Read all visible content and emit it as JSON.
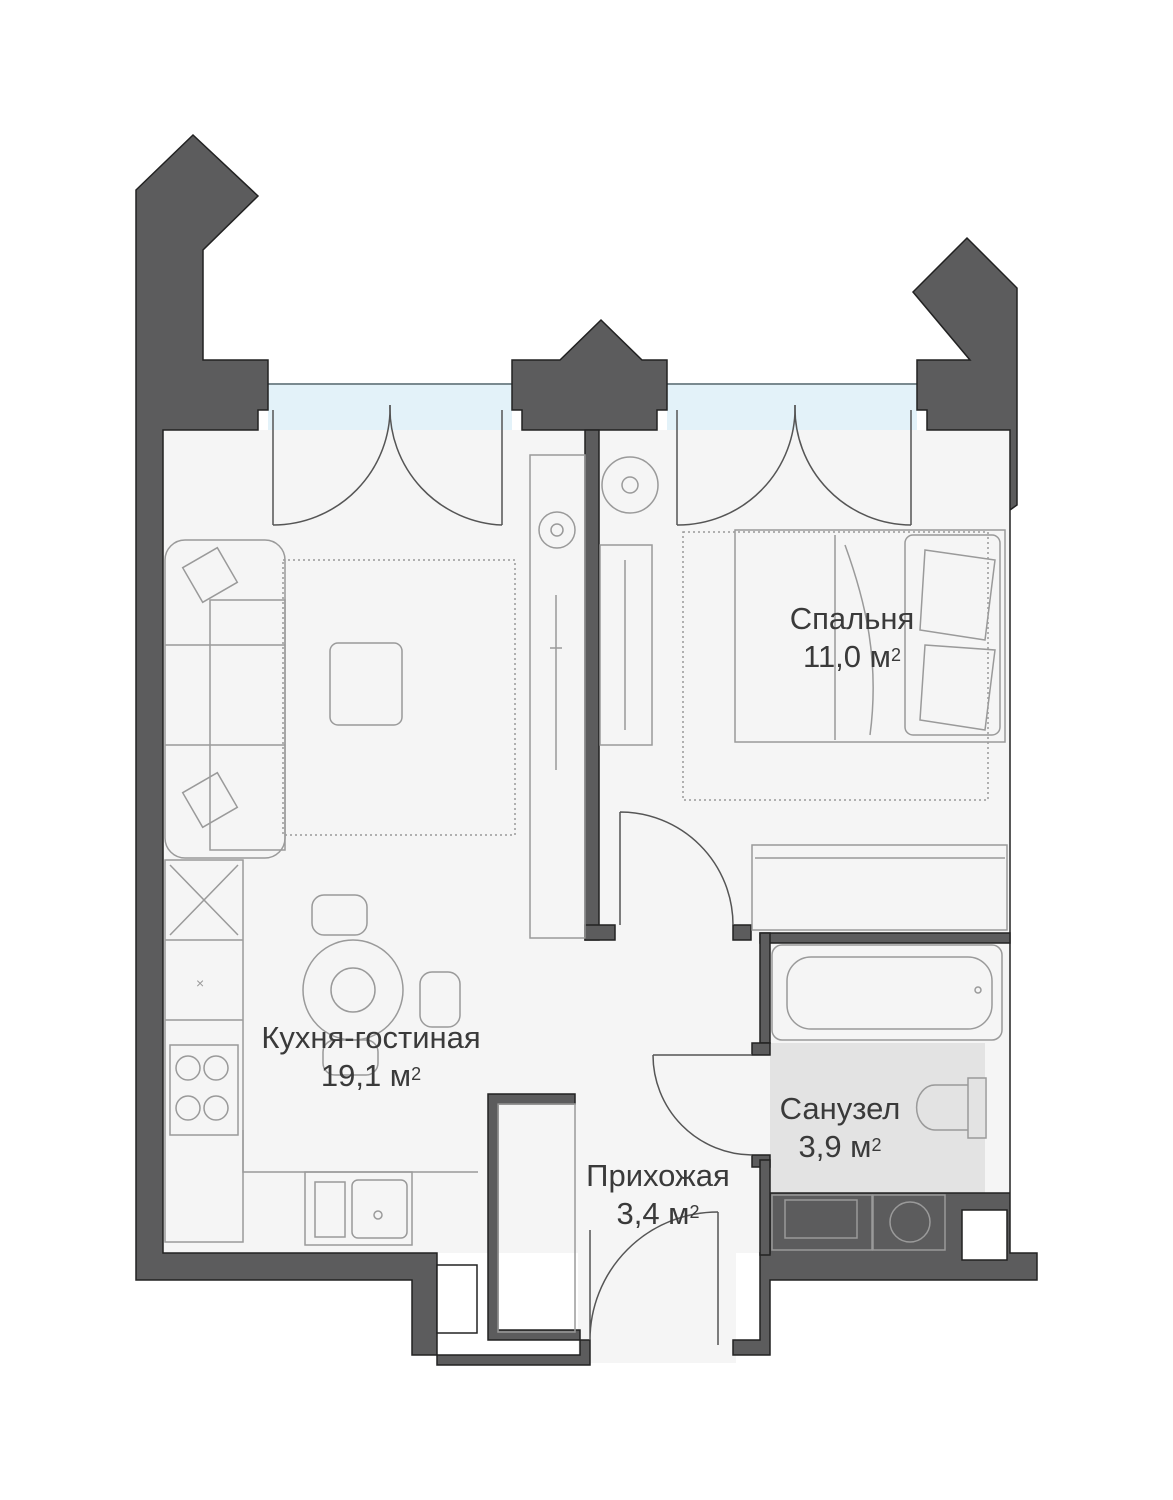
{
  "colors": {
    "wall": "#5c5c5d",
    "wall_outline": "#222222",
    "floor": "#f5f5f5",
    "bath_floor": "#e3e3e3",
    "window": "#e3f2f9",
    "furniture": "#9a9a9a",
    "text": "#3a3a3a"
  },
  "rooms": {
    "kitchen_living": {
      "name": "Кухня-гостиная",
      "area": "19,1 м",
      "unit_sup": "2"
    },
    "bedroom": {
      "name": "Спальня",
      "area": "11,0 м",
      "unit_sup": "2"
    },
    "hallway": {
      "name": "Прихожая",
      "area": "3,4 м",
      "unit_sup": "2"
    },
    "bathroom": {
      "name": "Санузел",
      "area": "3,9 м",
      "unit_sup": "2"
    }
  },
  "icons": [
    "sofa-icon",
    "coffee-table-icon",
    "dining-table-icon",
    "bed-icon",
    "bathtub-icon",
    "toilet-icon",
    "sink-icon",
    "washing-machine-icon",
    "stove-icon",
    "kitchen-sink-icon",
    "wardrobe-icon",
    "plant-icon",
    "door-swing-icon"
  ]
}
